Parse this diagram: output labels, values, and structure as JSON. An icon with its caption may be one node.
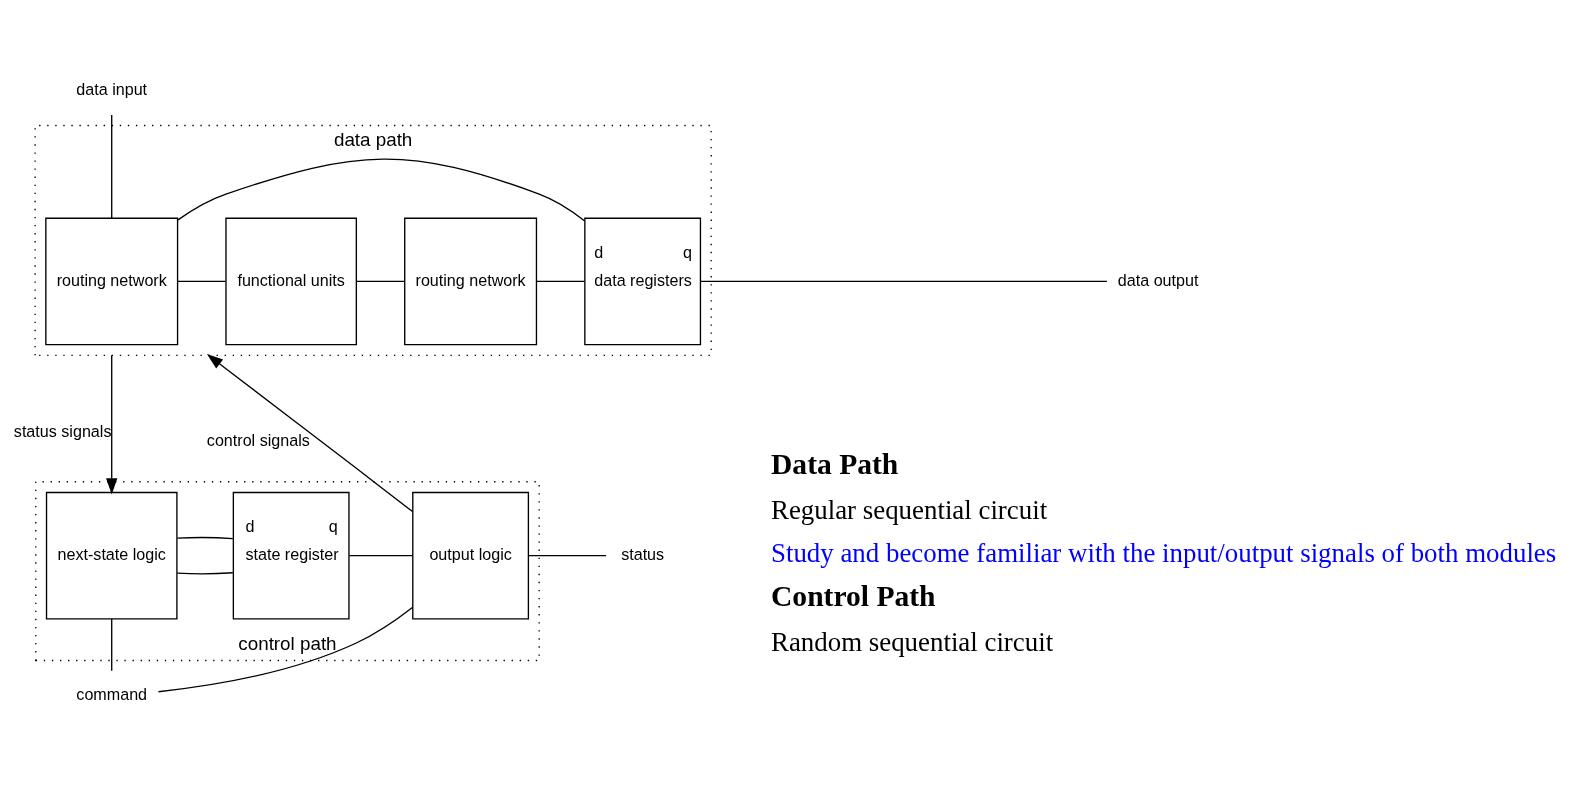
{
  "diagram": {
    "nodes": [
      {
        "text": [
          "data path"
        ]
      },
      {
        "text": [
          "routing network"
        ],
        "in": 0
      },
      {
        "text": [
          "functional units"
        ],
        "in": 0
      },
      {
        "text": [
          "routing network"
        ],
        "in": 0
      },
      {
        "text": [
          "d",
          "q",
          "data registers"
        ],
        "in": 0
      },
      {
        "text": [
          "data input"
        ]
      },
      {
        "text": [
          "data output"
        ]
      },
      {
        "text": [
          "control path"
        ]
      },
      {
        "text": [
          "next-state logic"
        ],
        "in": 7
      },
      {
        "text": [
          "d",
          "q",
          "state register"
        ],
        "in": 7
      },
      {
        "text": [
          "output logic"
        ],
        "in": 7
      },
      {
        "text": [
          "command"
        ]
      },
      {
        "text": [
          "status"
        ]
      }
    ],
    "edges": [
      {
        "from": 5,
        "to": 1,
        "arrow": "none"
      },
      {
        "from": 1,
        "to": 2,
        "arrow": "none"
      },
      {
        "from": 2,
        "to": 3,
        "arrow": "none"
      },
      {
        "from": 3,
        "to": 4,
        "arrow": "none"
      },
      {
        "from": 4,
        "to": 6,
        "arrow": "none"
      },
      {
        "from": 4,
        "to": 1,
        "arrow": "none"
      },
      {
        "from": 0,
        "to": 8,
        "label": "status signals",
        "arrow": "to"
      },
      {
        "from": 10,
        "to": 0,
        "label": "control signals",
        "arrow": "to"
      },
      {
        "from": 11,
        "to": 8,
        "arrow": "none"
      },
      {
        "from": 11,
        "to": 10,
        "arrow": "none"
      },
      {
        "from": 8,
        "to": 9,
        "arrow": "none"
      },
      {
        "from": 9,
        "to": 8,
        "arrow": "none"
      },
      {
        "from": 9,
        "to": 10,
        "arrow": "none"
      },
      {
        "from": 10,
        "to": 12,
        "arrow": "none"
      }
    ],
    "labels": [
      "Data Path",
      "Regular sequential circuit",
      "Study and become familiar with the input/output signals of both modules",
      "Control Path",
      "Random sequential circuit"
    ]
  }
}
